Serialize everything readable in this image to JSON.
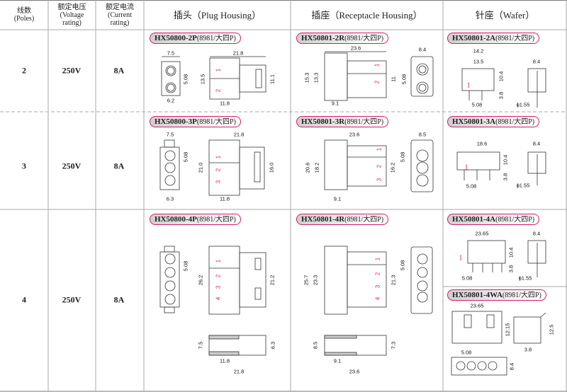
{
  "header": {
    "poles": [
      "线数",
      "(Poles)"
    ],
    "voltage": [
      "额定电压",
      "(Voltage",
      "rating)"
    ],
    "current": [
      "额定电流",
      "(Current",
      "rating)"
    ],
    "plug": "插头（Plug Housing）",
    "receptacle": "插座（Receptacle Housing）",
    "wafer": "针座（Wafer）"
  },
  "rows": [
    {
      "poles": "2",
      "voltage": "250V",
      "current": "8A",
      "plug": {
        "model": "HX50800-2P",
        "spec": "(8981/大四P)",
        "dims": [
          "7.5",
          "6.2",
          "5.08",
          "21.8",
          "13.5",
          "11.1",
          "11.8"
        ],
        "pins": [
          "1",
          "2"
        ]
      },
      "receptacle": {
        "model": "HX50801-2R",
        "spec": "(8981/大四P)",
        "dims": [
          "23.6",
          "15.3",
          "13.3",
          "11",
          "9.1",
          "8.4",
          "5.08"
        ],
        "pins": [
          "1",
          "2"
        ]
      },
      "wafer": {
        "model": "HX50801-2A",
        "spec": "(8981/大四P)",
        "dims": [
          "14.2",
          "13.5",
          "10.4",
          "3.8",
          "5.08",
          "8.4",
          "ϕ1.55"
        ],
        "pin": "1"
      }
    },
    {
      "poles": "3",
      "voltage": "250V",
      "current": "8A",
      "plug": {
        "model": "HX50800-3P",
        "spec": "(8981/大四P)",
        "dims": [
          "7.5",
          "6.3",
          "5.08",
          "21.8",
          "21.0",
          "16.0",
          "11.8"
        ],
        "pins": [
          "1",
          "2",
          "3"
        ]
      },
      "receptacle": {
        "model": "HX50801-3R",
        "spec": "(8981/大四P)",
        "dims": [
          "23.6",
          "20.6",
          "18.2",
          "16.2",
          "9.1",
          "8.5",
          "5.08"
        ],
        "pins": [
          "1",
          "2",
          "3"
        ]
      },
      "wafer": {
        "model": "HX50801-3A",
        "spec": "(8981/大四P)",
        "dims": [
          "18.6",
          "10.4",
          "3.8",
          "5.08",
          "8.4",
          "ϕ1.55"
        ],
        "pin": "1"
      }
    },
    {
      "poles": "4",
      "voltage": "250V",
      "current": "8A",
      "plug": {
        "model": "HX50800-4P",
        "spec": "(8981/大四P)",
        "dims": [
          "5.08",
          "26.2",
          "21.2",
          "7.5",
          "6.3",
          "11.8",
          "21.8"
        ],
        "pins": [
          "1",
          "2",
          "3",
          "4"
        ]
      },
      "receptacle": {
        "model": "HX50801-4R",
        "spec": "(8981/大四P)",
        "dims": [
          "25.7",
          "23.3",
          "21.3",
          "5.08",
          "8.5",
          "7.3",
          "9.1",
          "23.6"
        ],
        "pins": [
          "1",
          "2",
          "3",
          "4"
        ]
      },
      "wafer": {
        "model": "HX50801-4A",
        "spec": "(8981/大四P)",
        "dims": [
          "23.65",
          "10.4",
          "3.8",
          "5.08",
          "8.4",
          "ϕ1.55"
        ],
        "pin": "1"
      },
      "wafer2": {
        "model": "HX50801-4WA",
        "spec": "(8981/大四P)",
        "dims": [
          "23.65",
          "12.15",
          "12.5",
          "3.8",
          "5.08",
          "8.4"
        ]
      }
    }
  ],
  "colors": {
    "accent": "#d81b6c",
    "grid": "#999999"
  }
}
